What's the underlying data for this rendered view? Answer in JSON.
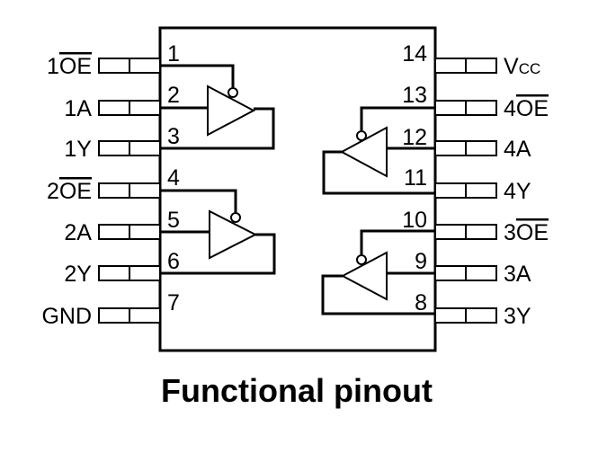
{
  "caption": "Functional pinout",
  "pins": [
    {
      "num": "1",
      "name": "1",
      "bar": "OE"
    },
    {
      "num": "2",
      "name": "1A",
      "bar": ""
    },
    {
      "num": "3",
      "name": "1Y",
      "bar": ""
    },
    {
      "num": "4",
      "name": "2",
      "bar": "OE"
    },
    {
      "num": "5",
      "name": "2A",
      "bar": ""
    },
    {
      "num": "6",
      "name": "2Y",
      "bar": ""
    },
    {
      "num": "7",
      "name": "GND",
      "bar": ""
    },
    {
      "num": "8",
      "name": "3Y",
      "bar": ""
    },
    {
      "num": "9",
      "name": "3A",
      "bar": ""
    },
    {
      "num": "10",
      "name": "3",
      "bar": "OE"
    },
    {
      "num": "11",
      "name": "4Y",
      "bar": ""
    },
    {
      "num": "12",
      "name": "4A",
      "bar": ""
    },
    {
      "num": "13",
      "name": "4",
      "bar": "OE"
    },
    {
      "num": "14",
      "name": "V",
      "sub": "CC",
      "bar": ""
    }
  ]
}
